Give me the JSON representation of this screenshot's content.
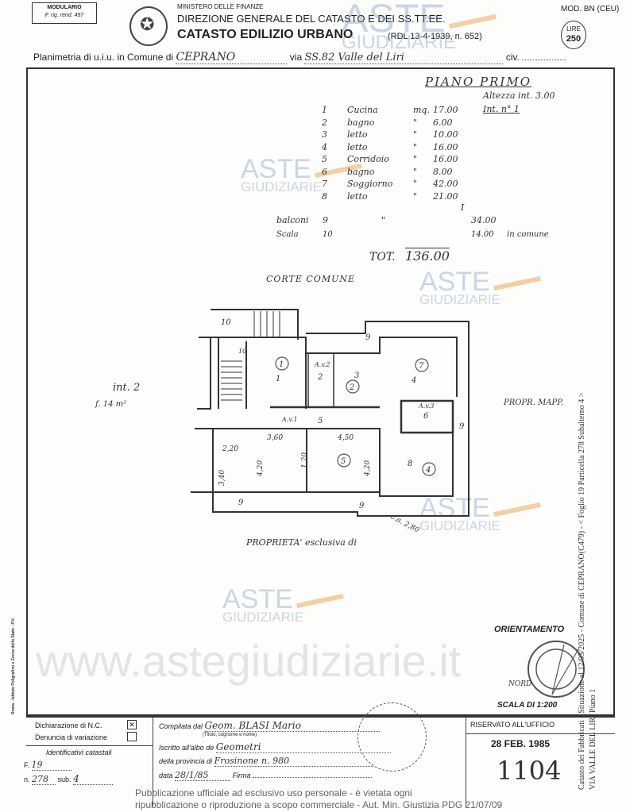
{
  "header": {
    "modulario_label": "MODULARIO",
    "modulario_code": "F. rig. rend. 497",
    "ministry": "MINISTERO DELLE FINANZE",
    "direction": "DIREZIONE GENERALE DEL CATASTO E DEI SS.TT.EE.",
    "title": "CATASTO EDILIZIO URBANO",
    "law_ref": "(RDL 13-4-1939, n. 652)",
    "model": "MOD. BN (CEU)",
    "lire_label": "LIRE",
    "lire_value": "250"
  },
  "address": {
    "label_comune": "Planimetria di u.i.u. in Comune di",
    "comune": "CEPRANO",
    "label_via": "via",
    "via": "SS.82 Valle del Liri",
    "label_civ": "civ."
  },
  "legend": {
    "floor": "PIANO PRIMO",
    "height": "Altezza int. 3.00",
    "interno": "Int. n° 1",
    "rooms": [
      {
        "n": "1",
        "name": "Cucina",
        "unit": "mq.",
        "area": "17.00"
      },
      {
        "n": "2",
        "name": "bagno",
        "unit": "\"",
        "area": "6.00"
      },
      {
        "n": "3",
        "name": "letto",
        "unit": "\"",
        "area": "10.00"
      },
      {
        "n": "4",
        "name": "letto",
        "unit": "\"",
        "area": "16.00"
      },
      {
        "n": "5",
        "name": "Corridoio",
        "unit": "\"",
        "area": "16.00"
      },
      {
        "n": "6",
        "name": "bagno",
        "unit": "\"",
        "area": "8.00"
      },
      {
        "n": "7",
        "name": "Soggiorno",
        "unit": "\"",
        "area": "42.00"
      },
      {
        "n": "8",
        "name": "letto",
        "unit": "\"",
        "area": "21.00"
      }
    ],
    "subtotal_mark": "I",
    "balconi": {
      "label": "balconi",
      "n": "9",
      "unit": "\"",
      "area": "34.00"
    },
    "scale": {
      "label": "Scala",
      "n": "10",
      "area": "14.00",
      "note": "in comune"
    },
    "total_label": "TOT.",
    "total": "136.00"
  },
  "plan": {
    "corte": "CORTE COMUNE",
    "int2": "int. 2",
    "int2_sub": "f. 14 m²",
    "propr_mapp": "PROPR. MAPP.",
    "proprieta": "PROPRIETA' esclusiva di",
    "diagonal_note": "c.a. 2,80",
    "labels": {
      "r1": "1",
      "r2": "2",
      "r2b": "A.v.2",
      "r3": "3",
      "r4": "4",
      "r5": "5",
      "r5b": "A.v.1",
      "r6": "6",
      "r6b": "A.v.3",
      "r8": "8",
      "c1": "1",
      "c3": "2",
      "c7": "7",
      "c5": "5",
      "c4": "4",
      "c10": "10",
      "s9a": "9",
      "s9b": "9",
      "s9c": "9",
      "s9d": "9",
      "s10": "10",
      "s10b": "10",
      "d1": "3,60",
      "d2": "4,50",
      "d3": "2,20",
      "d4": "3,40",
      "d5": "4,20",
      "d6": "4,20",
      "d7": "1,20"
    }
  },
  "orientation": {
    "label": "ORIENTAMENTO",
    "nord": "NORD",
    "scale": "SCALA DI 1:200"
  },
  "form": {
    "dichiarazione": "Dichiarazione di N.C.",
    "denuncia": "Denuncia di variazione",
    "identificativi": "Identificativi catastali",
    "foglio_label": "F.",
    "foglio": "19",
    "num_label": "n.",
    "num": "278",
    "sub_label": "sub.",
    "sub": "4",
    "compilata_label": "Compilata dal",
    "compilata": "Geom. BLASI Mario",
    "compilata_hint": "(Titolo, cognome e nome)",
    "albo_label": "Iscritto all'albo de",
    "albo": "Geometri",
    "provincia_label": "della provincia di",
    "provincia": "Frosinone n. 980",
    "data_label": "data",
    "data": "28/1/85",
    "firma_label": "Firma",
    "riservato": "RISERVATO ALL'UFFICIO",
    "stamp_date": "28 FEB. 1985",
    "office_num": "1104"
  },
  "side": {
    "right1": "Catasto dei Fabbricati - Situazione al 12/03/2025 - Comune di CEPRANO(C479) - < Foglio 19 Particella 278 Subalterno 4 >",
    "right2": "VIA VALLE DEL LIRI Piano 1",
    "left": "Roma - Istituto Poligrafico e Zecca dello Stato - P.V."
  },
  "watermark": {
    "brand": "ASTE",
    "brand_sub": "GIUDIZIARIE",
    "site": "www.astegiudiziarie.it",
    "notice1": "Pubblicazione ufficiale ad esclusivo uso personale - è vietata ogni",
    "notice2": "ripubblicazione o riproduzione a scopo commerciale - Aut. Min. Giustizia PDG 21/07/09"
  }
}
